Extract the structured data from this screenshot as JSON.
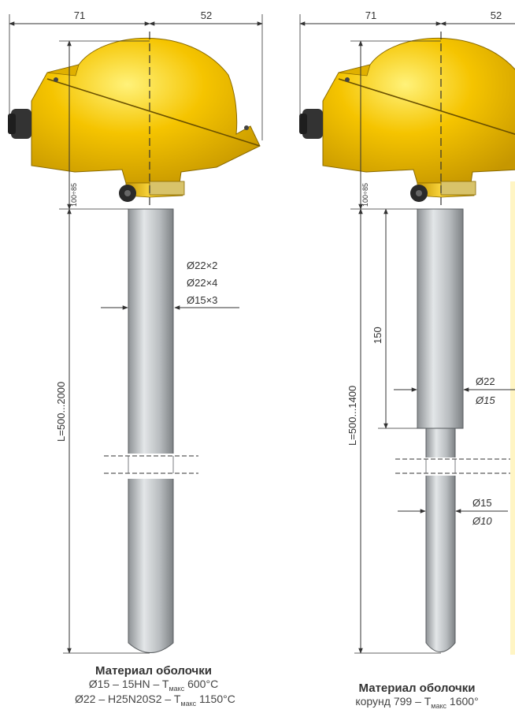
{
  "left": {
    "dim_left_width": "71",
    "dim_right_width": "52",
    "dim_head_height": "100÷85",
    "dim_length": "L=500...2000",
    "diameters": [
      "Ø22×2",
      "Ø22×4",
      "Ø15×3"
    ],
    "caption": {
      "title": "Материал оболочки",
      "line1": {
        "dia": "Ø15 – 15HN – T",
        "sub": "макс",
        "temp": " 600°C"
      },
      "line2": {
        "dia": "Ø22 – H25N20S2 – T",
        "sub": "макс",
        "temp": " 1150°C"
      }
    }
  },
  "right": {
    "dim_left_width": "71",
    "dim_right_width": "52",
    "dim_head_height": "100÷85",
    "dim_outer_length": "150",
    "dim_length": "L=500...1400",
    "outer_diameters": [
      "Ø22",
      "Ø15"
    ],
    "inner_diameters": [
      "Ø15",
      "Ø10"
    ],
    "caption": {
      "title": "Материал оболочки",
      "line1": {
        "dia": "корунд 799 – T",
        "sub": "макс",
        "temp": " 1600°"
      }
    }
  },
  "colors": {
    "head_yellow": "#f5c400",
    "head_dark": "#c69700",
    "tube_gray": "#b8bcbf",
    "dim_line": "#333333"
  }
}
